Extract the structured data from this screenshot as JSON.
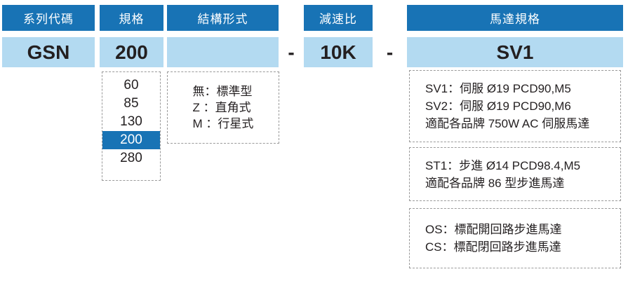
{
  "diagram_title": "ordering-code-diagram",
  "separator": "-",
  "columns": [
    {
      "header": "系列代碼",
      "value": "GSN"
    },
    {
      "header": "規格",
      "value": "200"
    },
    {
      "header": "結構形式",
      "value": ""
    },
    {
      "header": "減速比",
      "value": "10K"
    },
    {
      "header": "馬達規格",
      "value": "SV1"
    }
  ],
  "spec_options": {
    "items": [
      "60",
      "85",
      "130",
      "200",
      "280"
    ],
    "selected": "200"
  },
  "structure_options": {
    "lines": [
      "無：標準型",
      "Z ：直角式",
      "M ：行星式"
    ]
  },
  "motor_options": [
    {
      "lines": [
        "SV1：伺服 Ø19 PCD90,M5",
        "SV2：伺服 Ø19 PCD90,M6",
        "適配各品牌 750W AC 伺服馬達"
      ]
    },
    {
      "lines": [
        "ST1：步進 Ø14 PCD98.4,M5",
        "適配各品牌 86 型步進馬達"
      ]
    },
    {
      "lines": [
        "OS：標配開回路步進馬達",
        "CS：標配閉回路步進馬達"
      ]
    }
  ],
  "colors": {
    "header_bg": "#1873b5",
    "value_bg": "#b3daf1",
    "selected_bg": "#1873b5",
    "text": "#231f20",
    "dashed_border": "#9a9a9a"
  }
}
